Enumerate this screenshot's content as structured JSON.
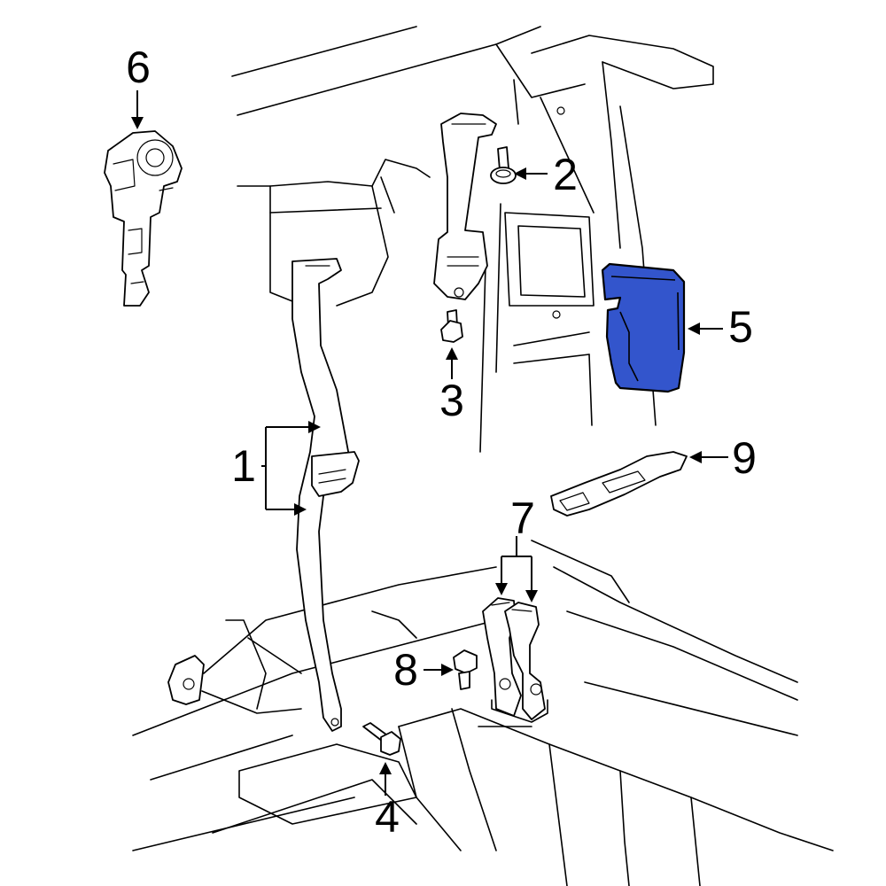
{
  "highlight_color": "#3355cc",
  "callouts": {
    "c1": "1",
    "c2": "2",
    "c3": "3",
    "c4": "4",
    "c5": "5",
    "c6": "6",
    "c7": "7",
    "c8": "8",
    "c9": "9"
  }
}
